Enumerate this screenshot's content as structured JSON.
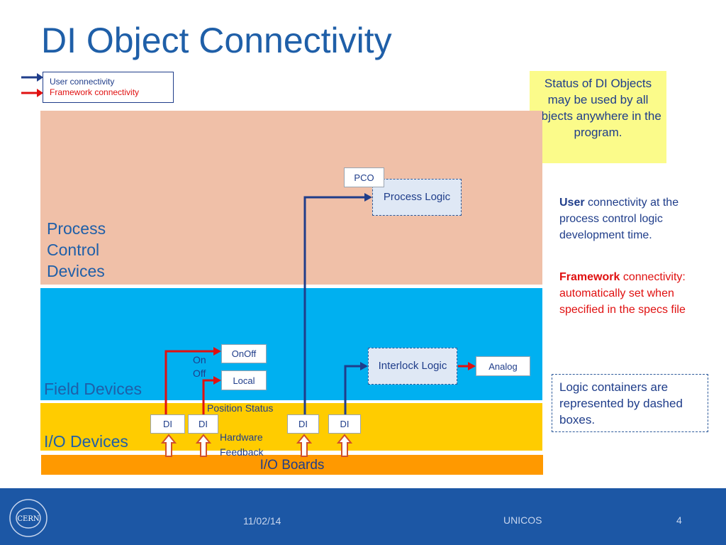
{
  "title": "DI Object Connectivity",
  "legend": {
    "user": "User connectivity",
    "framework": "Framework connectivity"
  },
  "status_note": "Status of DI Objects may be used by all objects anywhere in the program.",
  "bands": {
    "process_control": "Process Control Devices",
    "field": "Field Devices",
    "io": "I/O Devices",
    "io_boards": "I/O Boards"
  },
  "objects": {
    "pco": "PCO",
    "process_logic": "Process Logic",
    "onoff": "OnOff",
    "local": "Local",
    "interlock_logic": "Interlock Logic",
    "analog": "Analog",
    "di": "DI"
  },
  "labels": {
    "on": "On",
    "off": "Off",
    "position_status": "Position Status",
    "hardware_feedback": "Hardware Feedback"
  },
  "notes": {
    "user_bold": "User",
    "user_rest": " connectivity at the process control logic development time.",
    "framework_bold": "Framework",
    "framework_rest": " connectivity: automatically set when specified in the specs file",
    "containers": "Logic containers are represented by dashed boxes."
  },
  "footer": {
    "date": "11/02/14",
    "center": "UNICOS",
    "page": "4",
    "logo": "CERN"
  },
  "colors": {
    "user_connectivity": "#1f3d8a",
    "framework_connectivity": "#e01010",
    "title": "#1f5fa8"
  }
}
